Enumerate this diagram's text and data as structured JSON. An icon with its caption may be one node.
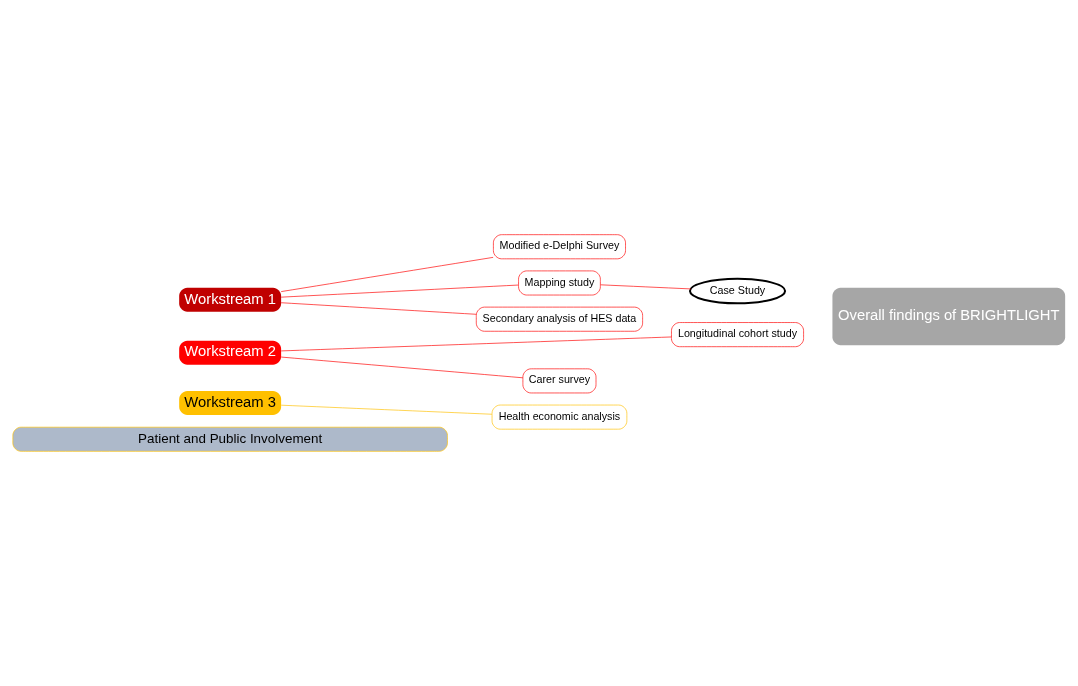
{
  "diagram": {
    "nodes": [
      {
        "text": [
          "Workstream 1"
        ]
      },
      {
        "text": [
          "Modified e-Delphi Survey"
        ]
      },
      {
        "text": [
          "Mapping study"
        ]
      },
      {
        "text": [
          "Case Study"
        ]
      },
      {
        "text": [
          "Secondary analysis of HES data"
        ]
      },
      {
        "text": [
          "Workstream 2"
        ]
      },
      {
        "text": [
          "Longitudinal cohort study"
        ]
      },
      {
        "text": [
          "Carer survey"
        ]
      },
      {
        "text": [
          "Workstream 3"
        ]
      },
      {
        "text": [
          "Health economic analysis"
        ]
      },
      {
        "text": [
          "Overall findings of BRIGHTLIGHT"
        ]
      },
      {
        "text": [
          "Patient and Public Involvement"
        ]
      }
    ],
    "edges": [
      {
        "from": 0,
        "to": 1,
        "arrow": "none"
      },
      {
        "from": 0,
        "to": 2,
        "arrow": "none"
      },
      {
        "from": 0,
        "to": 4,
        "arrow": "none"
      },
      {
        "from": 2,
        "to": 3,
        "arrow": "none"
      },
      {
        "from": 5,
        "to": 6,
        "arrow": "none"
      },
      {
        "from": 5,
        "to": 7,
        "arrow": "none"
      },
      {
        "from": 8,
        "to": 9,
        "arrow": "none",
        "color": "#ffc000"
      }
    ]
  }
}
